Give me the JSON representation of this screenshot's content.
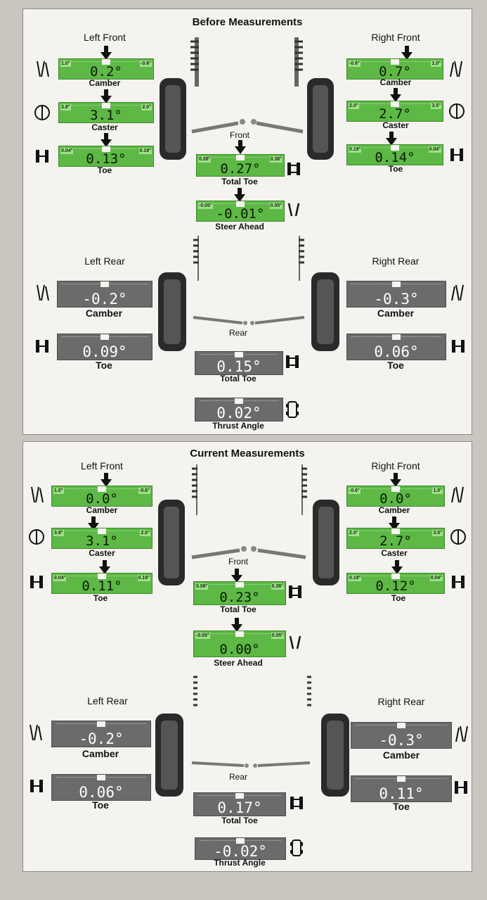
{
  "before": {
    "title": "Before Measurements",
    "front_label": "Front",
    "rear_label": "Rear",
    "left_front": {
      "heading": "Left Front",
      "camber": {
        "label": "Camber",
        "value": "0.2°",
        "min": "1.0°",
        "max": "-0.6°"
      },
      "caster": {
        "label": "Caster",
        "value": "3.1°",
        "min": "3.8°",
        "max": "2.0°"
      },
      "toe": {
        "label": "Toe",
        "value": "0.13°",
        "min": "0.04°",
        "max": "0.19°"
      }
    },
    "right_front": {
      "heading": "Right Front",
      "camber": {
        "label": "Camber",
        "value": "0.7°",
        "min": "-0.6°",
        "max": "1.0°"
      },
      "caster": {
        "label": "Caster",
        "value": "2.7°",
        "min": "2.0°",
        "max": "3.5°"
      },
      "toe": {
        "label": "Toe",
        "value": "0.14°",
        "min": "0.19°",
        "max": "0.04°"
      }
    },
    "total_toe_front": {
      "label": "Total Toe",
      "value": "0.27°",
      "min": "0.08°",
      "max": "0.38°"
    },
    "steer_ahead": {
      "label": "Steer Ahead",
      "value": "-0.01°",
      "min": "-0.05°",
      "max": "0.05°"
    },
    "left_rear": {
      "heading": "Left Rear",
      "camber": {
        "label": "Camber",
        "value": "-0.2°"
      },
      "toe": {
        "label": "Toe",
        "value": "0.09°"
      }
    },
    "right_rear": {
      "heading": "Right Rear",
      "camber": {
        "label": "Camber",
        "value": "-0.3°"
      },
      "toe": {
        "label": "Toe",
        "value": "0.06°"
      }
    },
    "total_toe_rear": {
      "label": "Total Toe",
      "value": "0.15°"
    },
    "thrust_angle": {
      "label": "Thrust Angle",
      "value": "0.02°"
    }
  },
  "current": {
    "title": "Current Measurements",
    "front_label": "Front",
    "rear_label": "Rear",
    "left_front": {
      "heading": "Left Front",
      "camber": {
        "label": "Camber",
        "value": "0.0°",
        "min": "1.0°",
        "max": "-0.6°"
      },
      "caster": {
        "label": "Caster",
        "value": "3.1°",
        "min": "3.8°",
        "max": "2.0°"
      },
      "toe": {
        "label": "Toe",
        "value": "0.11°",
        "min": "0.04°",
        "max": "0.19°"
      }
    },
    "right_front": {
      "heading": "Right Front",
      "camber": {
        "label": "Camber",
        "value": "0.0°",
        "min": "-0.6°",
        "max": "1.0°"
      },
      "caster": {
        "label": "Caster",
        "value": "2.7°",
        "min": "2.0°",
        "max": "3.5°"
      },
      "toe": {
        "label": "Toe",
        "value": "0.12°",
        "min": "0.19°",
        "max": "0.04°"
      }
    },
    "total_toe_front": {
      "label": "Total Toe",
      "value": "0.23°",
      "min": "0.08°",
      "max": "0.38°"
    },
    "steer_ahead": {
      "label": "Steer Ahead",
      "value": "0.00°",
      "min": "-0.05°",
      "max": "0.05°"
    },
    "left_rear": {
      "heading": "Left Rear",
      "camber": {
        "label": "Camber",
        "value": "-0.2°"
      },
      "toe": {
        "label": "Toe",
        "value": "0.06°"
      }
    },
    "right_rear": {
      "heading": "Right Rear",
      "camber": {
        "label": "Camber",
        "value": "-0.3°"
      },
      "toe": {
        "label": "Toe",
        "value": "0.11°"
      }
    },
    "total_toe_rear": {
      "label": "Total Toe",
      "value": "0.17°"
    },
    "thrust_angle": {
      "label": "Thrust Angle",
      "value": "-0.02°"
    }
  },
  "colors": {
    "in_spec": "#5db845",
    "rear_meter": "#6b6b6b",
    "paper": "#f4f3ef"
  },
  "icons": [
    "camber-icon",
    "caster-icon",
    "toe-icon",
    "total-toe-icon",
    "steer-ahead-icon",
    "thrust-angle-icon",
    "pointer-arrow-icon",
    "wheel-strut-icon"
  ]
}
